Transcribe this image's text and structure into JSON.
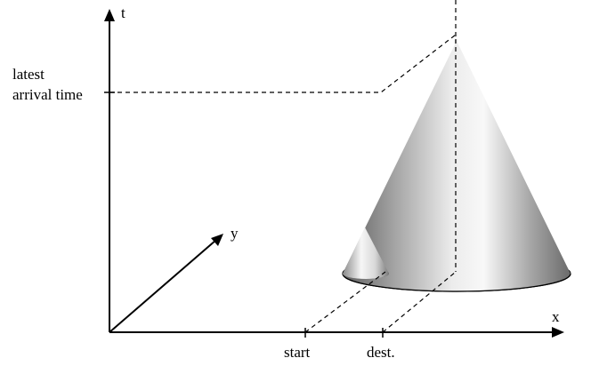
{
  "labels": {
    "t_axis": "t",
    "x_axis": "x",
    "y_axis": "y",
    "latest_line1": "latest",
    "latest_line2": "arrival time",
    "start": "start",
    "dest": "dest."
  }
}
